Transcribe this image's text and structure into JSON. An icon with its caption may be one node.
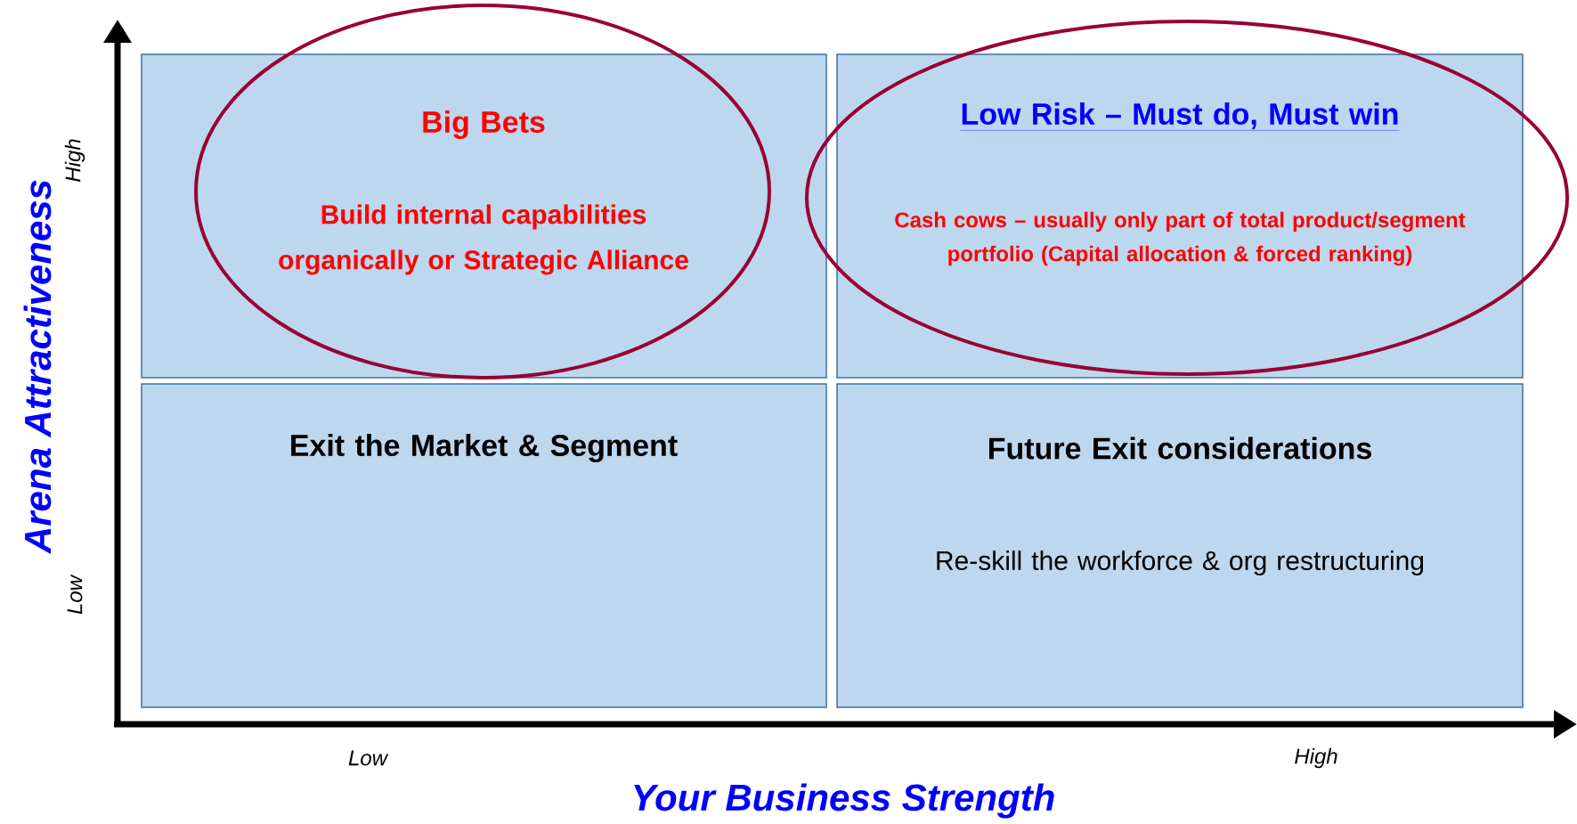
{
  "diagram": {
    "nodes": [
      {
        "text": [
          "Big Bets",
          "Build internal capabilities organically or Strategic Alliance"
        ]
      },
      {
        "text": [
          "Low Risk – Must do, Must win",
          "Cash cows – usually only part of total product/segment portfolio (Capital allocation & forced ranking)"
        ]
      },
      {
        "text": [
          "Exit the Market & Segment"
        ]
      },
      {
        "text": [
          "Future Exit considerations",
          "Re-skill the workforce & org restructuring"
        ]
      }
    ],
    "labels": [
      "Arena Attractiveness",
      "High",
      "Low",
      "Low",
      "High",
      "Your Business Strength"
    ]
  }
}
